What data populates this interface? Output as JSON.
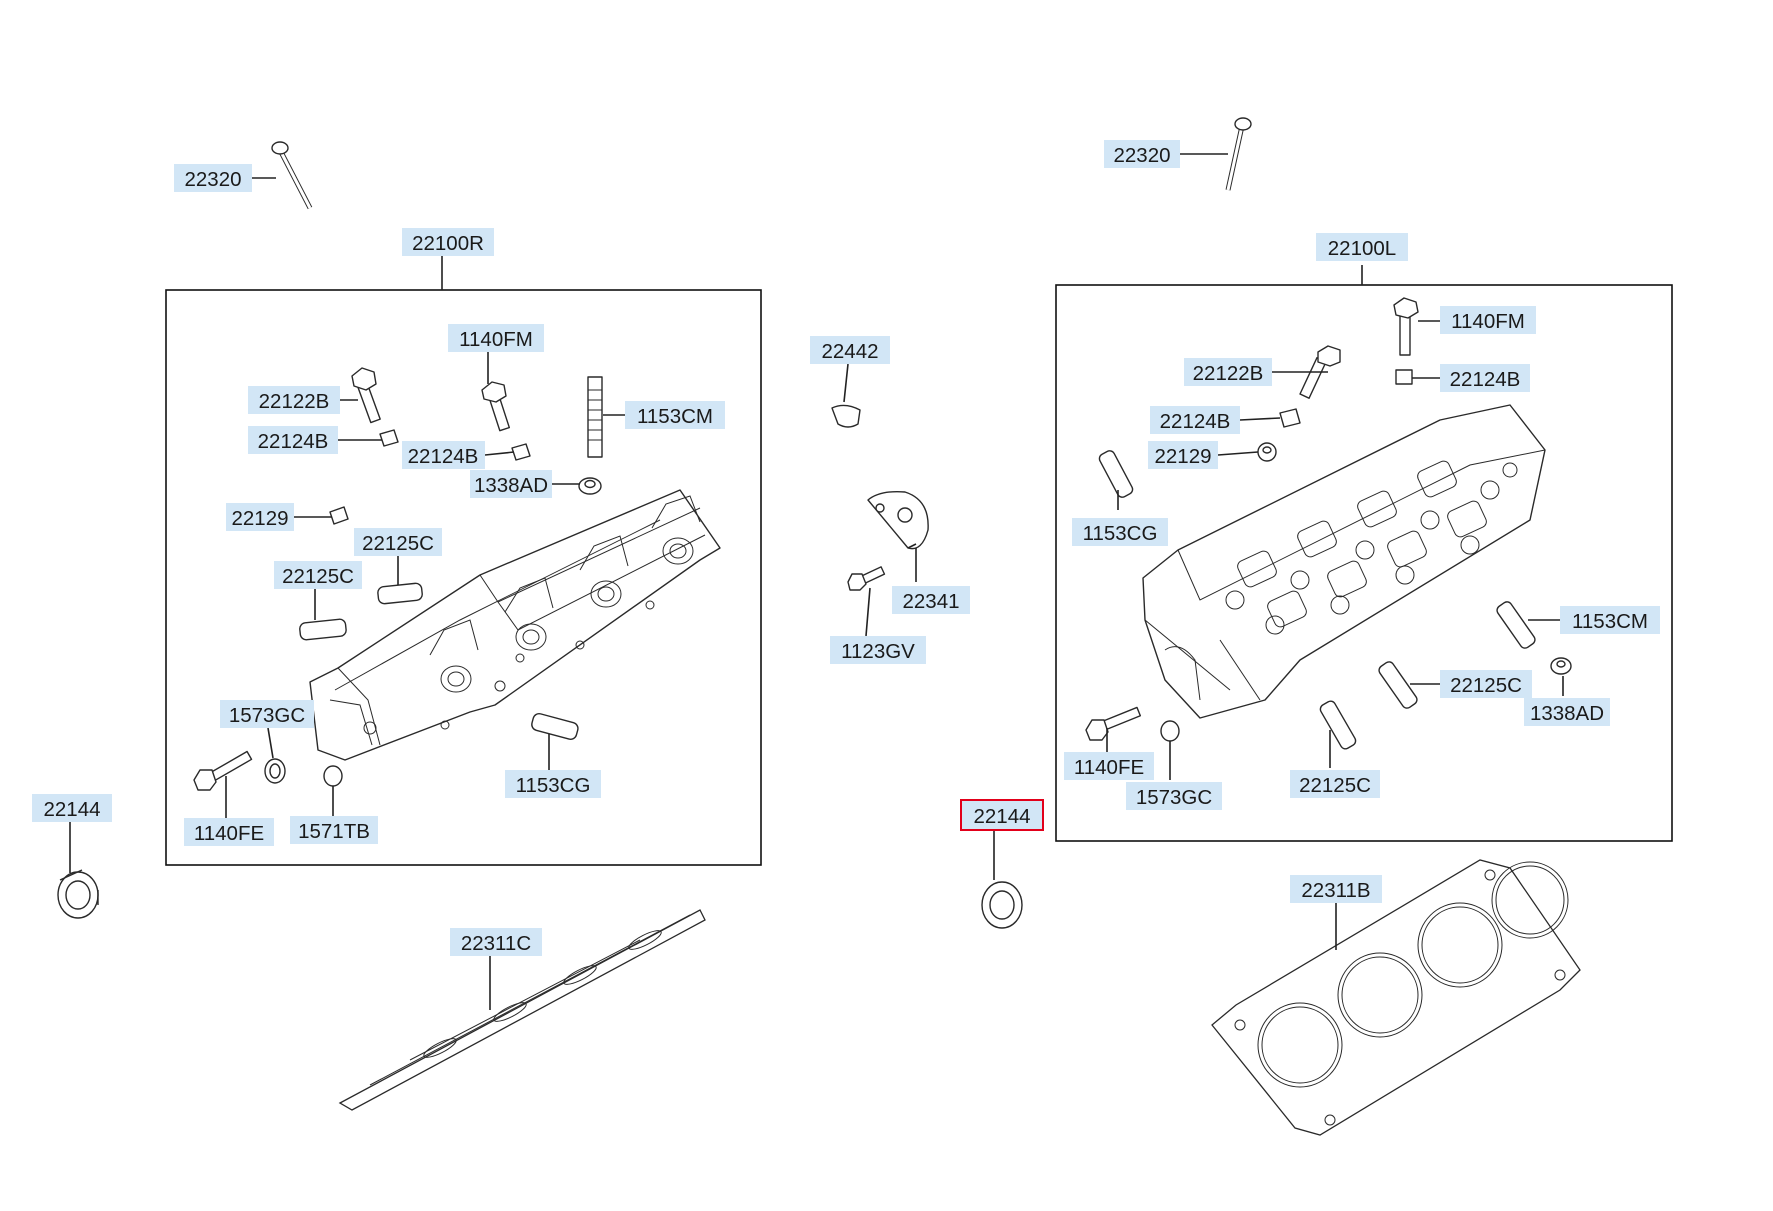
{
  "diagram": {
    "highlighted_part": "22144",
    "groups": [
      {
        "id": "22100R",
        "label": "22100R"
      },
      {
        "id": "22100L",
        "label": "22100L"
      }
    ],
    "parts": [
      {
        "key": "r_22320",
        "label": "22320"
      },
      {
        "key": "r_22100R",
        "label": "22100R"
      },
      {
        "key": "r_1140FM",
        "label": "1140FM"
      },
      {
        "key": "r_22122B",
        "label": "22122B"
      },
      {
        "key": "r_1153CM",
        "label": "1153CM"
      },
      {
        "key": "r_22124B_a",
        "label": "22124B"
      },
      {
        "key": "r_22124B_b",
        "label": "22124B"
      },
      {
        "key": "r_1338AD",
        "label": "1338AD"
      },
      {
        "key": "r_22129",
        "label": "22129"
      },
      {
        "key": "r_22125C_a",
        "label": "22125C"
      },
      {
        "key": "r_22125C_b",
        "label": "22125C"
      },
      {
        "key": "r_1573GC",
        "label": "1573GC"
      },
      {
        "key": "r_1153CG",
        "label": "1153CG"
      },
      {
        "key": "r_1140FE",
        "label": "1140FE"
      },
      {
        "key": "r_1571TB",
        "label": "1571TB"
      },
      {
        "key": "r_22144",
        "label": "22144"
      },
      {
        "key": "r_22311C",
        "label": "22311C"
      },
      {
        "key": "c_22442",
        "label": "22442"
      },
      {
        "key": "c_22341",
        "label": "22341"
      },
      {
        "key": "c_1123GV",
        "label": "1123GV"
      },
      {
        "key": "c_22144",
        "label": "22144"
      },
      {
        "key": "l_22320",
        "label": "22320"
      },
      {
        "key": "l_22100L",
        "label": "22100L"
      },
      {
        "key": "l_1140FM",
        "label": "1140FM"
      },
      {
        "key": "l_22122B",
        "label": "22122B"
      },
      {
        "key": "l_22124B_a",
        "label": "22124B"
      },
      {
        "key": "l_22124B_b",
        "label": "22124B"
      },
      {
        "key": "l_22129",
        "label": "22129"
      },
      {
        "key": "l_1153CG",
        "label": "1153CG"
      },
      {
        "key": "l_1153CM",
        "label": "1153CM"
      },
      {
        "key": "l_22125C_a",
        "label": "22125C"
      },
      {
        "key": "l_22125C_b",
        "label": "22125C"
      },
      {
        "key": "l_1338AD",
        "label": "1338AD"
      },
      {
        "key": "l_1140FE",
        "label": "1140FE"
      },
      {
        "key": "l_1573GC",
        "label": "1573GC"
      },
      {
        "key": "l_22311B",
        "label": "22311B"
      }
    ]
  },
  "colors": {
    "label_background": "#d2e6f6",
    "highlight": "#e2001a",
    "line": "#222222"
  }
}
